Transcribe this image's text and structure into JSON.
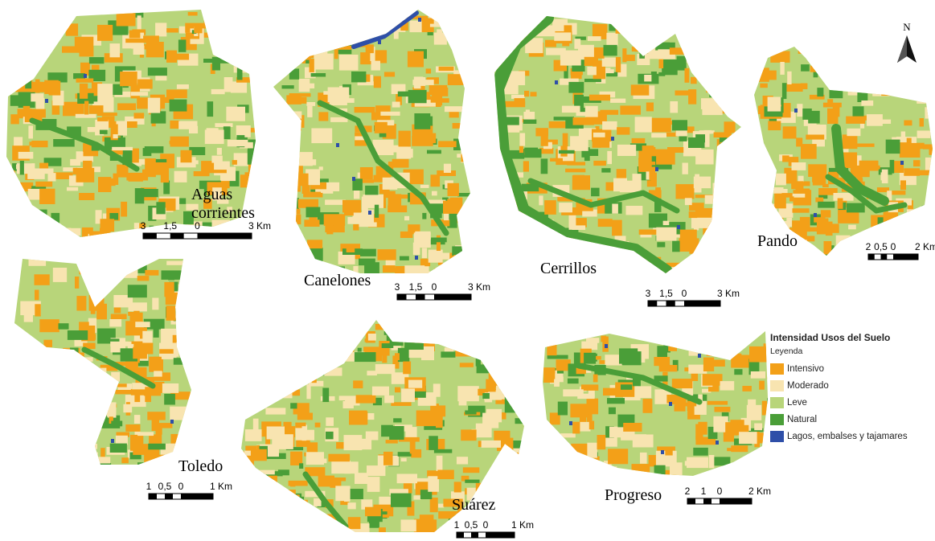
{
  "colors": {
    "intensivo": "#f3a018",
    "moderado": "#f8e4b0",
    "leve": "#b8d57a",
    "natural": "#4a9e38",
    "agua": "#2e4fa8"
  },
  "north_label": "N",
  "maps": [
    {
      "id": "aguas-corrientes",
      "name_lines": [
        "Aguas",
        "corrientes"
      ],
      "scale_labels": [
        "3",
        "1,5",
        "0",
        "3 Km"
      ]
    },
    {
      "id": "canelones",
      "name_lines": [
        "Canelones"
      ],
      "scale_labels": [
        "3",
        "1,5",
        "0",
        "3 Km"
      ]
    },
    {
      "id": "cerrillos",
      "name_lines": [
        "Cerrillos"
      ],
      "scale_labels": [
        "3",
        "1,5",
        "0",
        "3 Km"
      ]
    },
    {
      "id": "pando",
      "name_lines": [
        "Pando"
      ],
      "scale_labels": [
        "2",
        "0,5",
        "0",
        "2 Km"
      ]
    },
    {
      "id": "toledo",
      "name_lines": [
        "Toledo"
      ],
      "scale_labels": [
        "1",
        "0,5",
        "0",
        "1 Km"
      ]
    },
    {
      "id": "suarez",
      "name_lines": [
        "Suárez"
      ],
      "scale_labels": [
        "1",
        "0,5",
        "0",
        "1 Km"
      ]
    },
    {
      "id": "progreso",
      "name_lines": [
        "Progreso"
      ],
      "scale_labels": [
        "2",
        "1",
        "0",
        "2 Km"
      ]
    }
  ],
  "legend": {
    "title": "Intensidad Usos del Suelo",
    "subtitle": "Leyenda",
    "items": [
      {
        "key": "intensivo",
        "label": "Intensivo"
      },
      {
        "key": "moderado",
        "label": "Moderado"
      },
      {
        "key": "leve",
        "label": "Leve"
      },
      {
        "key": "natural",
        "label": "Natural"
      },
      {
        "key": "agua",
        "label": "Lagos, embalses y tajamares"
      }
    ]
  }
}
